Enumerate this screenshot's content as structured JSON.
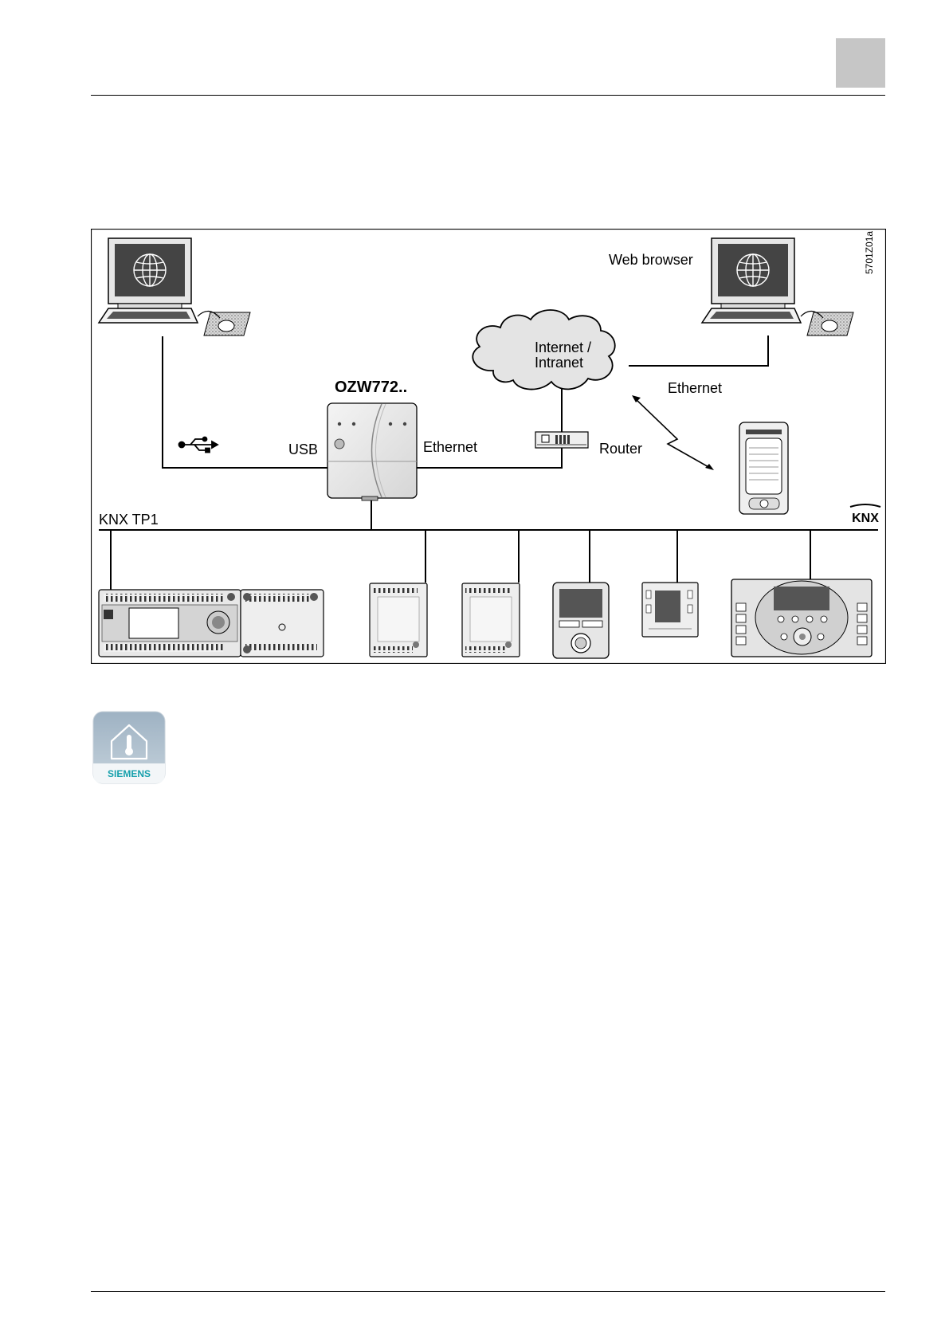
{
  "diagram": {
    "labels": {
      "web_browser": "Web browser",
      "figure_code": "5701Z01a",
      "internet_line1": "Internet /",
      "internet_line2": "Intranet",
      "device": "OZW772..",
      "usb": "USB",
      "ethernet_device": "Ethernet",
      "ethernet_top": "Ethernet",
      "router": "Router",
      "bus": "KNX TP1",
      "knx_logo": "KNX"
    }
  },
  "app_icon": {
    "brand": "SIEMENS",
    "colors": {
      "top": "#9eb2c3",
      "bottom": "#e9eef2",
      "brand": "#16a0ac"
    }
  },
  "colors": {
    "header_tab": "#c6c6c6",
    "line": "#000000"
  }
}
